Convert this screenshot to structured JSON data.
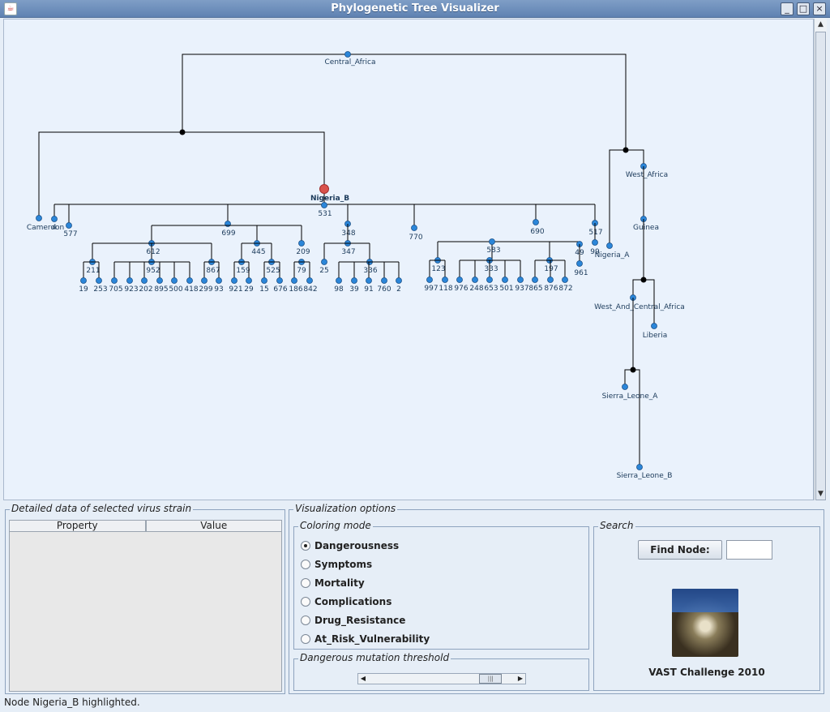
{
  "window": {
    "title": "Phylogenetic Tree Visualizer",
    "buttons": [
      "_",
      "□",
      "×"
    ]
  },
  "tree": {
    "selected": "Nigeria_B",
    "colors": {
      "node": "#2b86d9",
      "selected": "#d9524b",
      "junction": "#000000",
      "edge": "#000000"
    },
    "labels": [
      "Central_Africa",
      "Nigeria_B",
      "531",
      "Cameroon",
      "4",
      "577",
      "699",
      "348",
      "770",
      "690",
      "517",
      "Nigeria_A",
      "99",
      "612",
      "445",
      "209",
      "347",
      "583",
      "49",
      "961",
      "211",
      "952",
      "867",
      "159",
      "525",
      "79",
      "25",
      "336",
      "123",
      "333",
      "197",
      "19",
      "253",
      "705",
      "923",
      "202",
      "895",
      "500",
      "418",
      "299",
      "93",
      "921",
      "29",
      "15",
      "676",
      "186",
      "842",
      "98",
      "39",
      "91",
      "760",
      "2",
      "997",
      "118",
      "976",
      "248",
      "653",
      "501",
      "937",
      "865",
      "876",
      "872",
      "West_Africa",
      "Guinea",
      "West_And_Central_Africa",
      "Liberia",
      "Sierra_Leone_A",
      "Sierra_Leone_B"
    ]
  },
  "detail_panel": {
    "title": "Detailed data of selected virus strain",
    "columns": [
      "Property",
      "Value"
    ]
  },
  "options_panel": {
    "title": "Visualization options",
    "coloring_mode": {
      "title": "Coloring mode",
      "selected": "Dangerousness",
      "options": [
        "Dangerousness",
        "Symptoms",
        "Mortality",
        "Complications",
        "Drug_Resistance",
        "At_Risk_Vulnerability"
      ]
    },
    "threshold": {
      "title": "Dangerous mutation threshold",
      "value_fraction": 0.88
    },
    "search": {
      "title": "Search",
      "button_label": "Find Node:",
      "input_value": ""
    },
    "logo_caption": "VAST Challenge 2010"
  },
  "status_bar": {
    "text": "Node Nigeria_B highlighted."
  }
}
